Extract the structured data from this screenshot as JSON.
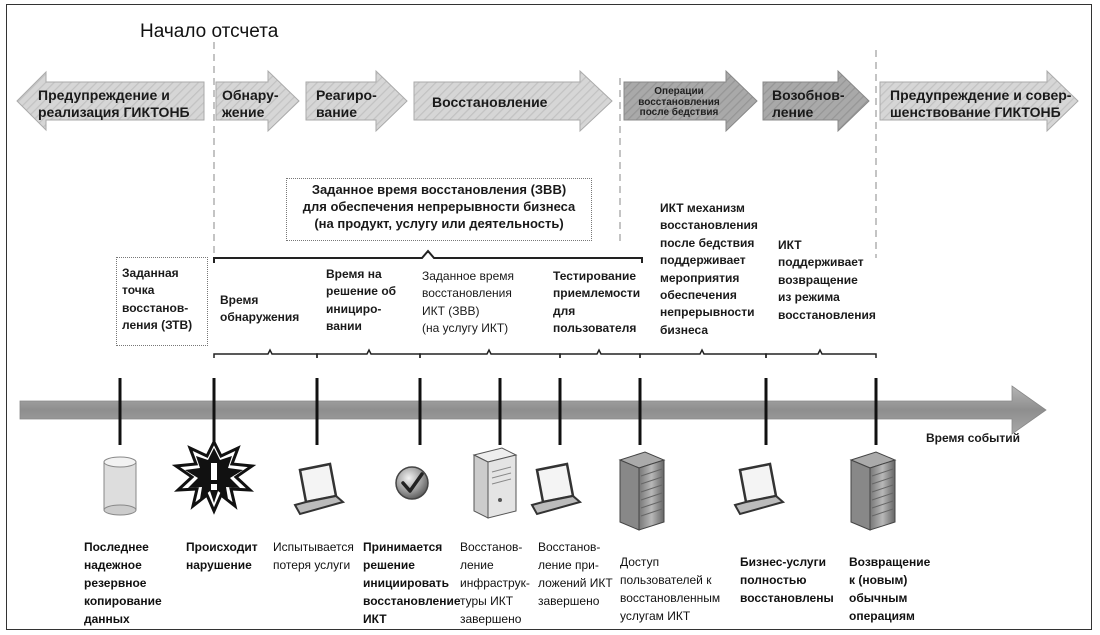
{
  "start_label": "Начало отсчета",
  "phases": [
    {
      "label": "Предупреждение и\nреализация ГИКТОНБ"
    },
    {
      "label": "Обнару-\nжение"
    },
    {
      "label": "Реагиро-\nвание"
    },
    {
      "label": "Восстановление"
    },
    {
      "label": "Операции\nвосстановления\nпосле бедствия"
    },
    {
      "label": "Возобнов-\nление"
    },
    {
      "label": "Предупреждение и совер-\nшенствование ГИКТОНБ"
    }
  ],
  "rto_box": "Заданное время восстановления (ЗВВ)\nдля обеспечения непрерывности бизнеса\n(на продукт, услугу или деятельность)",
  "rpo_label": "Заданная\nточка\nвосстанов-\nления (ЗТВ)",
  "segments": {
    "detection_time": "Время\nобнаружения",
    "decision_time": "Время на\nрешение об\nинициро-\nвании",
    "ict_rto": "Заданное время\nвосстановления\nИКТ (ЗВВ)\n(на услугу ИКТ)",
    "acceptance_testing": "Тестирование\nприемлемости\nдля\nпользователя",
    "dr_mechanism": "ИКТ механизм\nвосстановления\nпосле бедствия\nподдерживает\nмероприятия\nобеспечения\nнепрерывности\nбизнеса",
    "return_support": "ИКТ\nподдерживает\nвозвращение\nиз режима\nвосстановления"
  },
  "axis_label": "Время событий",
  "events": [
    {
      "label": "Последнее\nнадежное\nрезервное\nкопирование\nданных",
      "icon": "database-icon"
    },
    {
      "label": "Происходит\nнарушение",
      "icon": "explosion-icon"
    },
    {
      "label": "Испытывается\nпотеря услуги",
      "icon": "laptop-icon"
    },
    {
      "label": "Принимается\nрешение\nинициировать\nвосстановление\nИКТ",
      "icon": "checkmark-icon"
    },
    {
      "label": "Восстанов-\nление\nинфраструк-\nтуры ИКТ\nзавершено",
      "icon": "server-icon"
    },
    {
      "label": "Восстанов-\nление при-\nложений ИКТ\nзавершено",
      "icon": "laptop-icon"
    },
    {
      "label": "Доступ\nпользователей к\nвосстановленным\nуслугам ИКТ",
      "icon": "building-icon"
    },
    {
      "label": "Бизнес-услуги\nполностью\nвосстановлены",
      "icon": "laptop-icon"
    },
    {
      "label": "Возвращение\nк (новым)\nобычным\nоперациям",
      "icon": "building-icon"
    }
  ]
}
